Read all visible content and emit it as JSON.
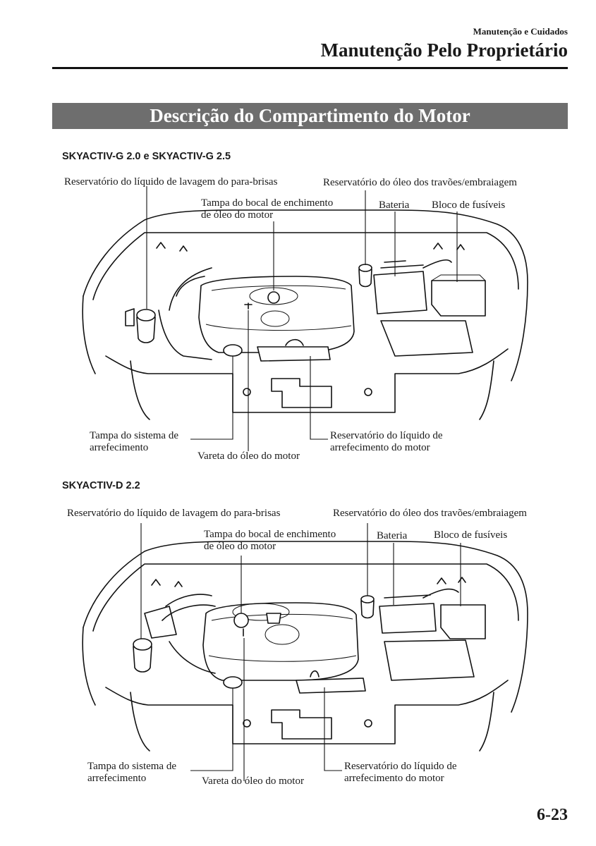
{
  "header": {
    "section": "Manutenção e Cuidados",
    "chapter": "Manutenção Pelo Proprietário"
  },
  "banner": "Descrição do Compartimento do Motor",
  "diagrams": [
    {
      "title": "SKYACTIV-G 2.0 e SKYACTIV-G 2.5",
      "labels": {
        "washer": "Reservatório do líquido de lavagem do para-brisas",
        "oil_cap": [
          "Tampa do bocal de enchimento",
          "de óleo do motor"
        ],
        "brake_fluid": "Reservatório do óleo dos travões/embraiagem",
        "battery": "Bateria",
        "fuse_block": "Bloco de fusíveis",
        "coolant_cap": [
          "Tampa do sistema de",
          "arrefecimento"
        ],
        "dipstick": "Vareta do óleo do motor",
        "coolant_reservoir": [
          "Reservatório do líquido de",
          "arrefecimento do motor"
        ]
      }
    },
    {
      "title": "SKYACTIV-D 2.2",
      "labels": {
        "washer": "Reservatório do líquido de lavagem do para-brisas",
        "oil_cap": [
          "Tampa do bocal de enchimento",
          "de óleo do motor"
        ],
        "brake_fluid": "Reservatório do óleo dos travões/embraiagem",
        "battery": "Bateria",
        "fuse_block": "Bloco de fusíveis",
        "coolant_cap": [
          "Tampa do sistema de",
          "arrefecimento"
        ],
        "dipstick": "Vareta do óleo do motor",
        "coolant_reservoir": [
          "Reservatório do líquido de",
          "arrefecimento do motor"
        ]
      }
    }
  ],
  "page_number": "6-23"
}
